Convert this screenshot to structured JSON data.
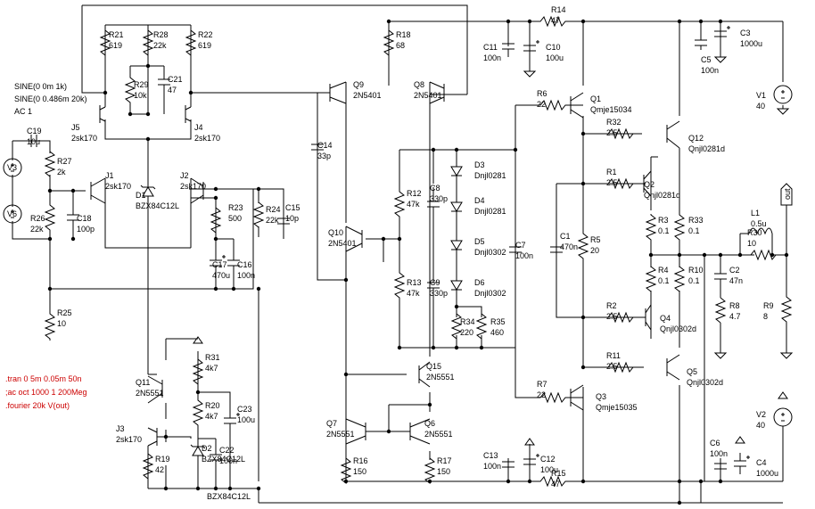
{
  "source_text": [
    "SINE(0 0m 1k)",
    "SINE(0 0.486m 20k)",
    "AC 1"
  ],
  "directives": [
    ".tran 0 5m 0.05m 50n",
    ";ac oct 1000 1 200Meg",
    ".fourier 20k V(out)"
  ],
  "out_label": "out",
  "parts": {
    "R21": {
      "ref": "R21",
      "val": "619"
    },
    "R28": {
      "ref": "R28",
      "val": "22k"
    },
    "R22": {
      "ref": "R22",
      "val": "619"
    },
    "R29": {
      "ref": "R29",
      "val": "10k"
    },
    "C21": {
      "ref": "C21",
      "val": "47"
    },
    "R18": {
      "ref": "R18",
      "val": "68"
    },
    "Q9": {
      "ref": "Q9",
      "val": "2N5401"
    },
    "Q8": {
      "ref": "Q8",
      "val": "2N5401"
    },
    "J5": {
      "ref": "J5",
      "val": "2sk170"
    },
    "J4": {
      "ref": "J4",
      "val": "2sk170"
    },
    "J1": {
      "ref": "J1",
      "val": "2sk170"
    },
    "J2": {
      "ref": "J2",
      "val": "2sk170"
    },
    "C19": {
      "ref": "C19",
      "val": "10u"
    },
    "R27": {
      "ref": "R27",
      "val": "2k"
    },
    "V3": {
      "ref": "V3",
      "val": ""
    },
    "V6": {
      "ref": "V6",
      "val": ""
    },
    "R26": {
      "ref": "R26",
      "val": "22k"
    },
    "C18": {
      "ref": "C18",
      "val": "100p"
    },
    "D1": {
      "ref": "D1",
      "val": "BZX84C12L"
    },
    "R23": {
      "ref": "R23",
      "val": "500"
    },
    "R24": {
      "ref": "R24",
      "val": "22k"
    },
    "C15": {
      "ref": "C15",
      "val": "10p"
    },
    "C17": {
      "ref": "C17",
      "val": "470u"
    },
    "C16": {
      "ref": "C16",
      "val": "100n"
    },
    "R25": {
      "ref": "R25",
      "val": "10"
    },
    "C14": {
      "ref": "C14",
      "val": "33p"
    },
    "Q10": {
      "ref": "Q10",
      "val": "2N5401"
    },
    "R12": {
      "ref": "R12",
      "val": "47k"
    },
    "C8": {
      "ref": "C8",
      "val": "330p"
    },
    "R13": {
      "ref": "R13",
      "val": "47k"
    },
    "C9": {
      "ref": "C9",
      "val": "330p"
    },
    "D3": {
      "ref": "D3",
      "val": "Dnjl0281"
    },
    "D4": {
      "ref": "D4",
      "val": "Dnjl0281"
    },
    "D5": {
      "ref": "D5",
      "val": "Dnjl0302"
    },
    "D6": {
      "ref": "D6",
      "val": "Dnjl0302"
    },
    "R34": {
      "ref": "R34",
      "val": "220"
    },
    "R35": {
      "ref": "R35",
      "val": "460"
    },
    "C7": {
      "ref": "C7",
      "val": "100n"
    },
    "R14": {
      "ref": "R14",
      "val": "47"
    },
    "C11": {
      "ref": "C11",
      "val": "100n"
    },
    "C10": {
      "ref": "C10",
      "val": "100u"
    },
    "C3": {
      "ref": "C3",
      "val": "1000u"
    },
    "C5": {
      "ref": "C5",
      "val": "100n"
    },
    "V1": {
      "ref": "V1",
      "val": "40"
    },
    "R6": {
      "ref": "R6",
      "val": "22"
    },
    "Q1": {
      "ref": "Q1",
      "val": "Qmje15034"
    },
    "R32": {
      "ref": "R32",
      "val": "2.5"
    },
    "Q12": {
      "ref": "Q12",
      "val": "Qnjl0281d"
    },
    "R1": {
      "ref": "R1",
      "val": "2.5"
    },
    "Q2": {
      "ref": "Q2",
      "val": "Qnjl0281d"
    },
    "C1": {
      "ref": "C1",
      "val": "470n"
    },
    "R5": {
      "ref": "R5",
      "val": "20"
    },
    "R3": {
      "ref": "R3",
      "val": "0.1"
    },
    "R33": {
      "ref": "R33",
      "val": "0.1"
    },
    "L1": {
      "ref": "L1",
      "val": "0.5u"
    },
    "R30": {
      "ref": "R30",
      "val": "10"
    },
    "R4": {
      "ref": "R4",
      "val": "0.1"
    },
    "R10": {
      "ref": "R10",
      "val": "0.1"
    },
    "C2": {
      "ref": "C2",
      "val": "47n"
    },
    "R8": {
      "ref": "R8",
      "val": "4.7"
    },
    "R9": {
      "ref": "R9",
      "val": "8"
    },
    "R2": {
      "ref": "R2",
      "val": "2.5"
    },
    "Q4": {
      "ref": "Q4",
      "val": "Qnjl0302d"
    },
    "R11": {
      "ref": "R11",
      "val": "2.5"
    },
    "Q5": {
      "ref": "Q5",
      "val": "Qnjl0302d"
    },
    "R7": {
      "ref": "R7",
      "val": "22"
    },
    "Q3": {
      "ref": "Q3",
      "val": "Qmje15035"
    },
    "Q15": {
      "ref": "Q15",
      "val": "2N5551"
    },
    "Q7": {
      "ref": "Q7",
      "val": "2N5551"
    },
    "Q6": {
      "ref": "Q6",
      "val": "2N5551"
    },
    "R16": {
      "ref": "R16",
      "val": "150"
    },
    "R17": {
      "ref": "R17",
      "val": "150"
    },
    "C13": {
      "ref": "C13",
      "val": "100n"
    },
    "C12": {
      "ref": "C12",
      "val": "100u"
    },
    "R15": {
      "ref": "R15",
      "val": "47"
    },
    "C6": {
      "ref": "C6",
      "val": "100n"
    },
    "C4": {
      "ref": "C4",
      "val": "1000u"
    },
    "V2": {
      "ref": "V2",
      "val": "40"
    },
    "R31": {
      "ref": "R31",
      "val": "4k7"
    },
    "R20": {
      "ref": "R20",
      "val": "4k7"
    },
    "C23": {
      "ref": "C23",
      "val": "100u"
    },
    "Q11": {
      "ref": "Q11",
      "val": "2N5551"
    },
    "J3": {
      "ref": "J3",
      "val": "2sk170"
    },
    "R19": {
      "ref": "R19",
      "val": "42"
    },
    "D2": {
      "ref": "D2",
      "val": "BZX84C12L"
    },
    "C22": {
      "ref": "C22",
      "val": "100n"
    }
  }
}
